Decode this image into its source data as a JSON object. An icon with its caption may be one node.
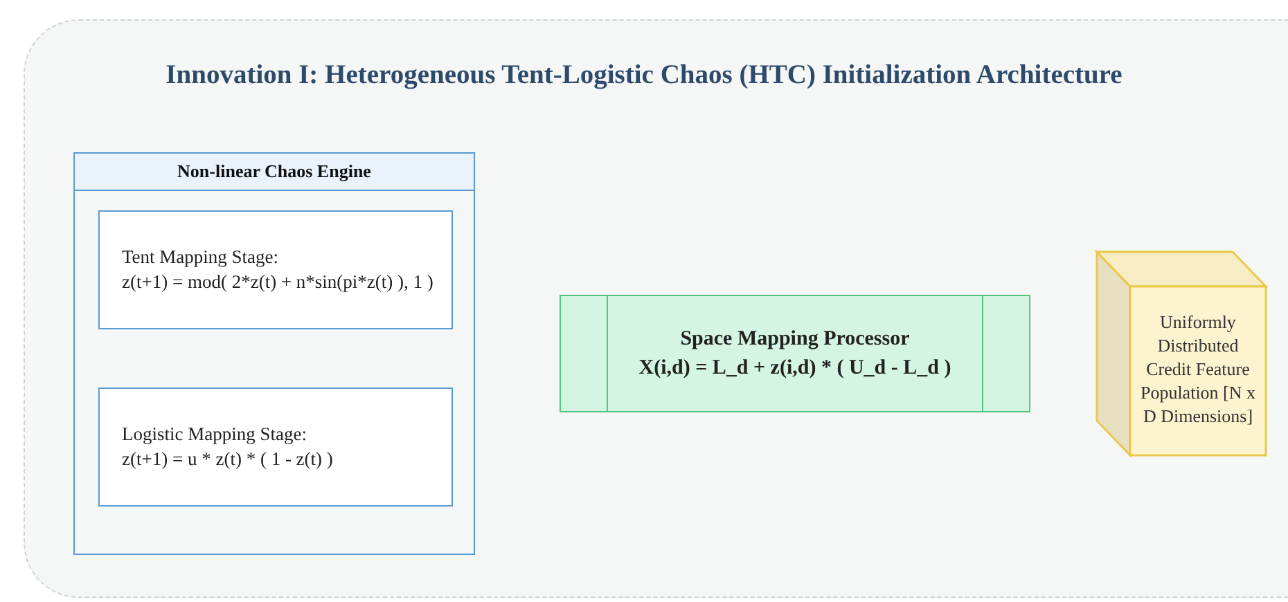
{
  "diagram": {
    "title": "Innovation I: Heterogeneous Tent-Logistic Chaos (HTC) Initialization Architecture",
    "nodes": [
      {
        "text": [
          "Non-linear Chaos Engine"
        ]
      },
      {
        "text": [
          "Tent Mapping Stage:",
          "z(t+1) = mod( 2*z(t) + n*sin(pi*z(t) ), 1 )"
        ],
        "in": 0
      },
      {
        "text": [
          "Logistic Mapping Stage:",
          "z(t+1) = u * z(t) * ( 1 - z(t) )"
        ],
        "in": 0
      },
      {
        "text": [
          "Space Mapping Processor",
          "X(i,d) = L_d + z(i,d) * ( U_d - L_d )"
        ]
      },
      {
        "text": [
          "Uniformly Distributed Credit Feature Population [N x D Dimensions]"
        ]
      }
    ]
  }
}
